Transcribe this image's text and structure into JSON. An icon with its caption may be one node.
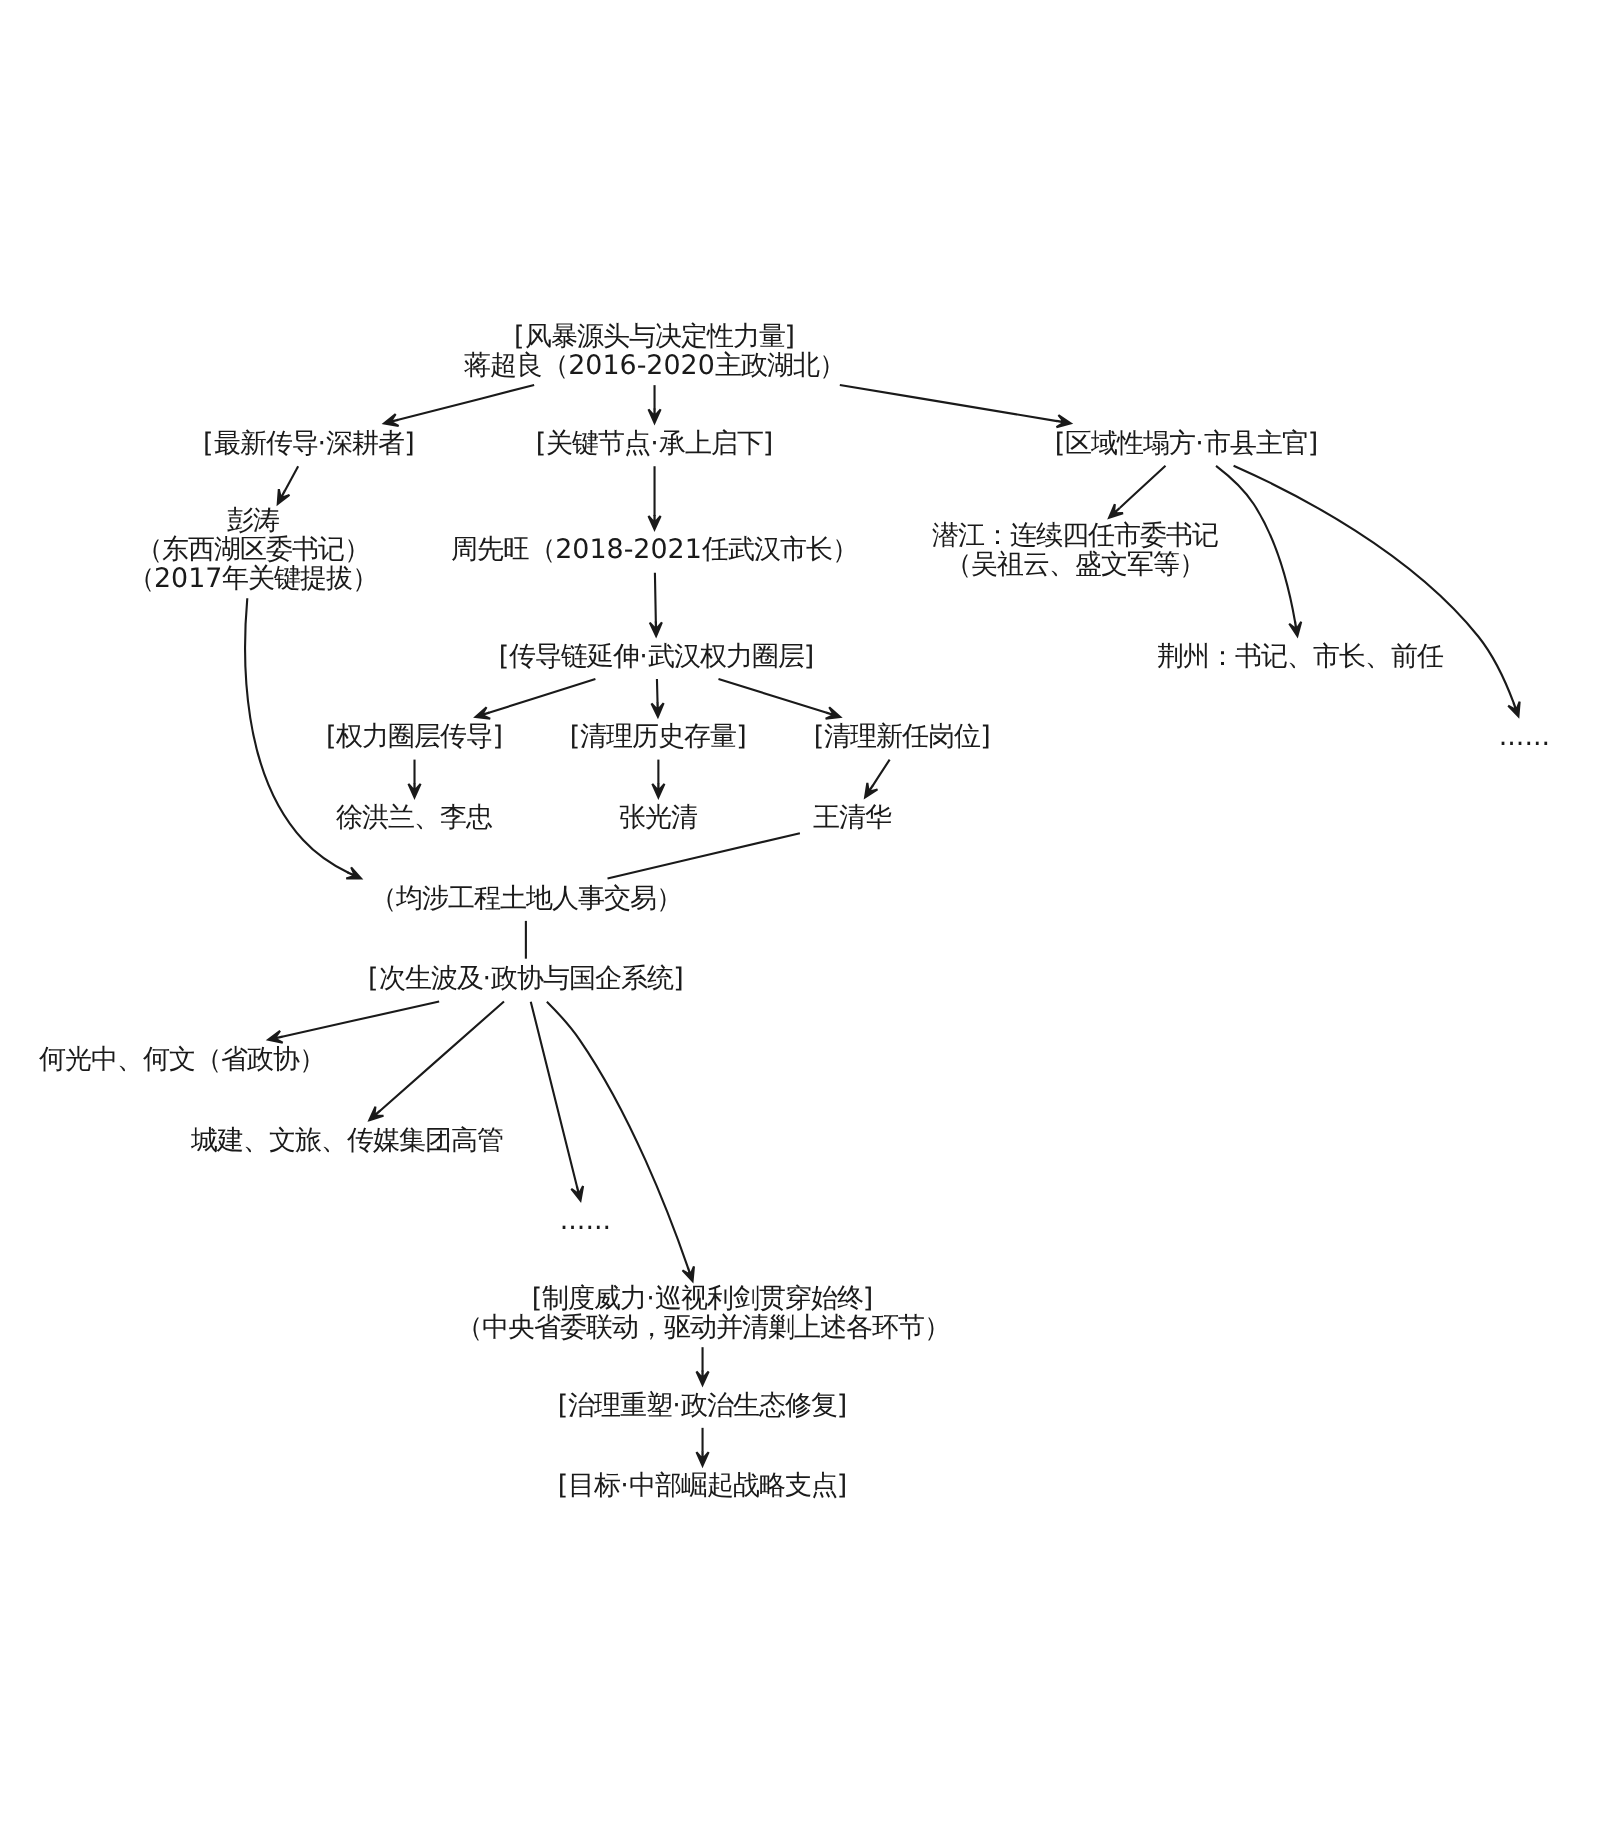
{
  "diagram": {
    "nodes": [
      {
        "text": [
          "[风暴源头与决定性力量]",
          "蒋超良（2016-2020主政湖北）"
        ]
      },
      {
        "text": [
          "[最新传导·深耕者]"
        ]
      },
      {
        "text": [
          "[关键节点·承上启下]"
        ]
      },
      {
        "text": [
          "[区域性塌方·市县主官]"
        ]
      },
      {
        "text": [
          "彭涛",
          "（东西湖区委书记）",
          "（2017年关键提拔）"
        ]
      },
      {
        "text": [
          "周先旺（2018-2021任武汉市长）"
        ]
      },
      {
        "text": [
          "潜江：连续四任市委书记（吴祖云、盛文军等）"
        ]
      },
      {
        "text": [
          "荆州：书记、市长、前任"
        ]
      },
      {
        "text": [
          "......"
        ]
      },
      {
        "text": [
          "[传导链延伸·武汉权力圈层]"
        ]
      },
      {
        "text": [
          "[权力圈层传导]"
        ]
      },
      {
        "text": [
          "[清理历史存量]"
        ]
      },
      {
        "text": [
          "[清理新任岗位]"
        ]
      },
      {
        "text": [
          "徐洪兰、李忠"
        ]
      },
      {
        "text": [
          "张光清"
        ]
      },
      {
        "text": [
          "王清华"
        ]
      },
      {
        "text": [
          "（均涉工程土地人事交易）"
        ]
      },
      {
        "text": [
          "[次生波及·政协与国企系统]"
        ]
      },
      {
        "text": [
          "何光中、何文（省政协）"
        ]
      },
      {
        "text": [
          "城建、文旅、传媒集团高管"
        ]
      },
      {
        "text": [
          "......"
        ]
      },
      {
        "text": [
          "[制度威力·巡视利剑贯穿始终]",
          "（中央省委联动，驱动并清剿上述各环节）"
        ]
      },
      {
        "text": [
          "[治理重塑·政治生态修复]"
        ]
      },
      {
        "text": [
          "[目标·中部崛起战略支点]"
        ]
      }
    ],
    "edges": [
      {
        "from": 0,
        "to": 1,
        "arrow": "to"
      },
      {
        "from": 0,
        "to": 2,
        "arrow": "to"
      },
      {
        "from": 0,
        "to": 3,
        "arrow": "to"
      },
      {
        "from": 1,
        "to": 4,
        "arrow": "to"
      },
      {
        "from": 2,
        "to": 5,
        "arrow": "to"
      },
      {
        "from": 3,
        "to": 6,
        "arrow": "to"
      },
      {
        "from": 3,
        "to": 7,
        "arrow": "to"
      },
      {
        "from": 3,
        "to": 8,
        "arrow": "to"
      },
      {
        "from": 5,
        "to": 9,
        "arrow": "to"
      },
      {
        "from": 4,
        "to": 16,
        "arrow": "to"
      },
      {
        "from": 9,
        "to": 10,
        "arrow": "to"
      },
      {
        "from": 9,
        "to": 11,
        "arrow": "to"
      },
      {
        "from": 9,
        "to": 12,
        "arrow": "to"
      },
      {
        "from": 10,
        "to": 13,
        "arrow": "to"
      },
      {
        "from": 11,
        "to": 14,
        "arrow": "to"
      },
      {
        "from": 12,
        "to": 15,
        "arrow": "to"
      },
      {
        "from": 15,
        "to": 16,
        "arrow": "none"
      },
      {
        "from": 16,
        "to": 17,
        "arrow": "none"
      },
      {
        "from": 17,
        "to": 18,
        "arrow": "to"
      },
      {
        "from": 17,
        "to": 19,
        "arrow": "to"
      },
      {
        "from": 17,
        "to": 20,
        "arrow": "to"
      },
      {
        "from": 17,
        "to": 21,
        "arrow": "to"
      },
      {
        "from": 21,
        "to": 22,
        "arrow": "to"
      },
      {
        "from": 22,
        "to": 23,
        "arrow": "to"
      }
    ]
  }
}
